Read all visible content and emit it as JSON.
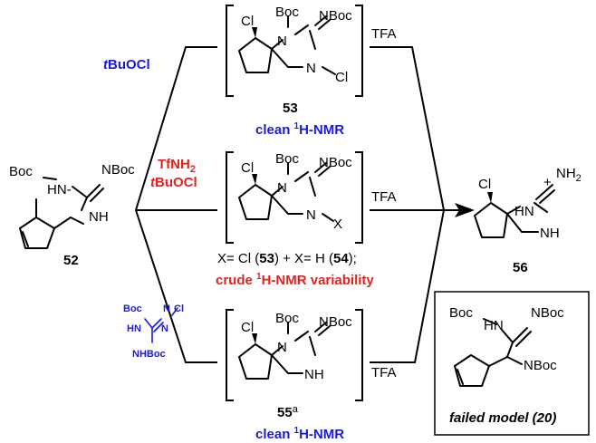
{
  "labels": {
    "boc": "Boc",
    "nboc": "NBoc",
    "nh": "NH",
    "hn": "HN",
    "n": "N",
    "cl": "Cl",
    "x": "X",
    "tfa": "TFA",
    "nh2": "NH",
    "nh2_sub": "2",
    "plus": "+"
  },
  "compounds": {
    "c52": "52",
    "c53": "53",
    "c55": "55",
    "c55_sup": "a",
    "c56": "56"
  },
  "reagents": {
    "top": {
      "pre": "t",
      "main": "BuOCl"
    },
    "middle_line1": {
      "main": "TfNH",
      "sub": "2"
    },
    "middle_line2": {
      "pre": "t",
      "main": "BuOCl"
    }
  },
  "notes": {
    "clean_prefix": "clean ",
    "clean_sup": "1",
    "clean_suffix": "H-NMR",
    "xline": {
      "p1": "X= Cl (",
      "b1": "53",
      "p2": ") + X= H (",
      "b2": "54",
      "p3": ");"
    },
    "crude_prefix": "crude ",
    "crude_sup": "1",
    "crude_suffix": "H-NMR variability",
    "failed_model": "failed model (20)"
  },
  "colors": {
    "blue": "#1a1adc",
    "red": "#e0231e",
    "black": "#000000"
  }
}
